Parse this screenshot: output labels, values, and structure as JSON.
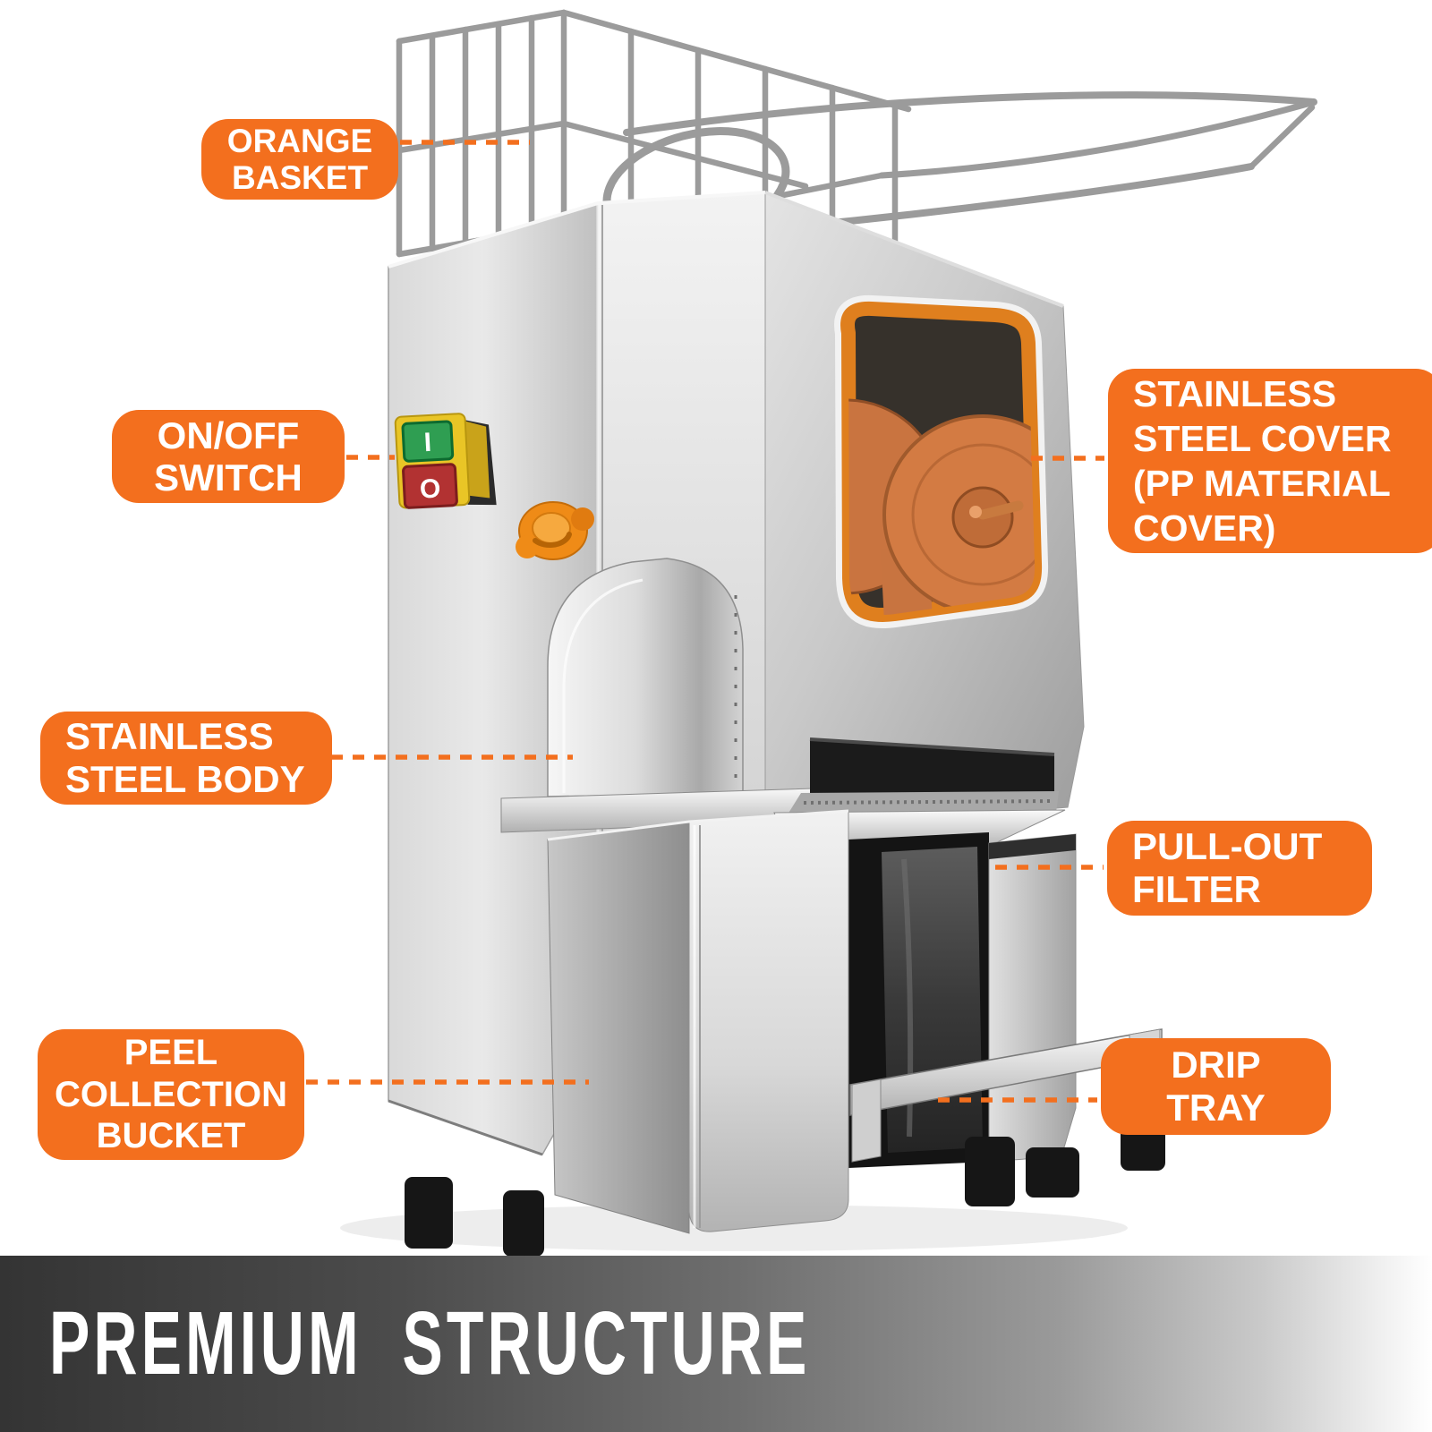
{
  "accent_color": "#f36f1e",
  "banner": {
    "title": "PREMIUM STRUCTURE"
  },
  "machine": {
    "switch_on_label": "I",
    "switch_off_label": "O"
  },
  "callouts": [
    {
      "id": "orange-basket",
      "lines": [
        "ORANGE",
        "BASKET"
      ]
    },
    {
      "id": "on-off-switch",
      "lines": [
        "ON/OFF",
        "SWITCH"
      ]
    },
    {
      "id": "stainless-steel-cover",
      "lines": [
        "STAINLESS",
        "STEEL COVER",
        "(PP MATERIAL",
        "COVER)"
      ]
    },
    {
      "id": "stainless-steel-body",
      "lines": [
        "STAINLESS",
        "STEEL BODY"
      ]
    },
    {
      "id": "pull-out-filter",
      "lines": [
        "PULL-OUT",
        "FILTER"
      ]
    },
    {
      "id": "peel-collection-bucket",
      "lines": [
        "PEEL",
        "COLLECTION",
        "BUCKET"
      ]
    },
    {
      "id": "drip-tray",
      "lines": [
        "DRIP",
        "TRAY"
      ]
    }
  ]
}
